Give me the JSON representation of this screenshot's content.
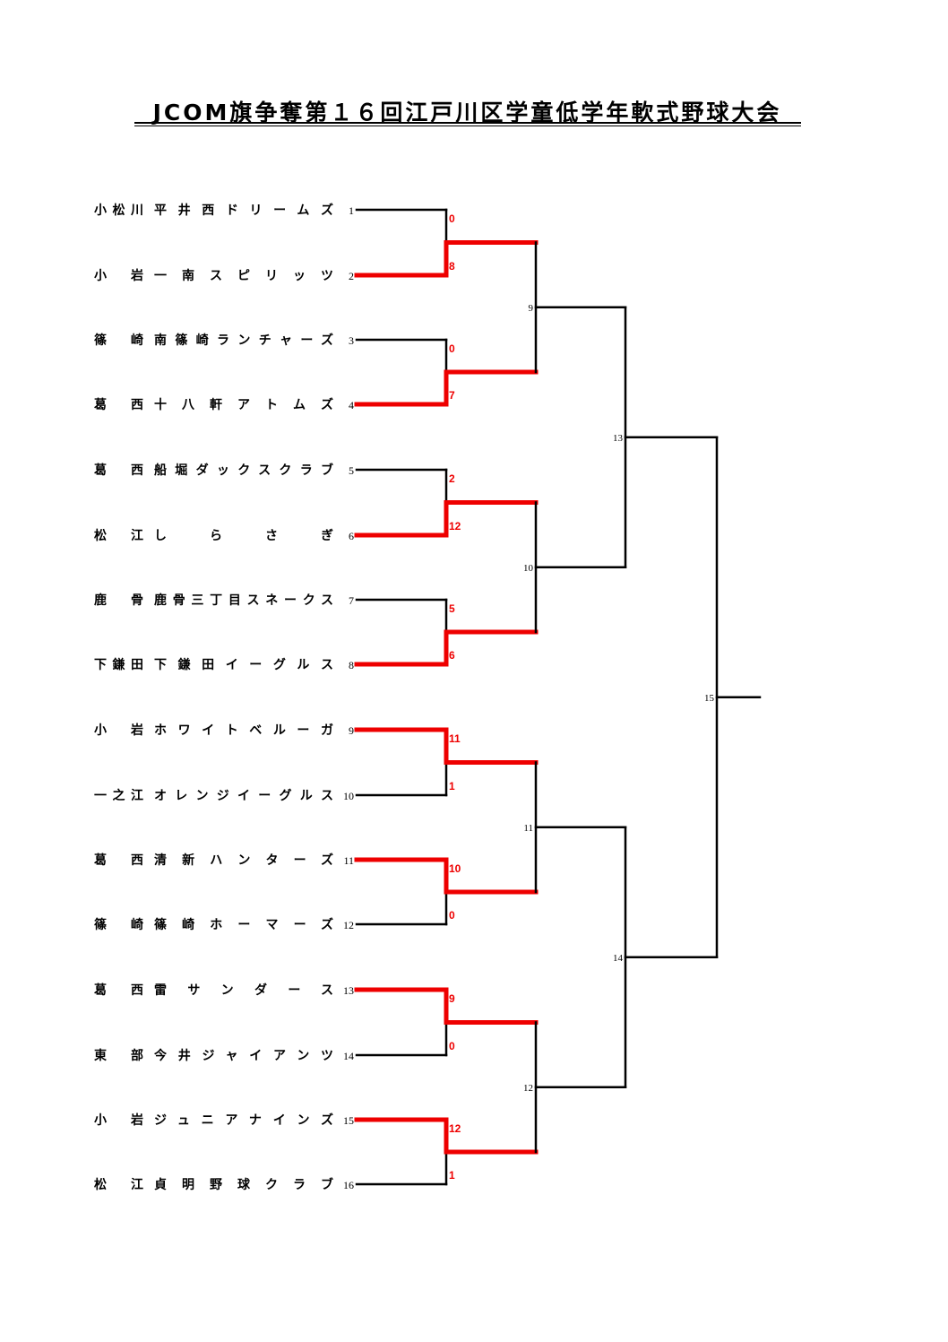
{
  "title": "JCOM旗争奪第１６回江戸川区学童低学年軟式野球大会",
  "colors": {
    "winner": "#ee0000",
    "line": "#000000"
  },
  "teams": [
    {
      "seed": "1",
      "area": "小松川",
      "name": "平井西ドリームズ"
    },
    {
      "seed": "2",
      "area": "小岩",
      "name": "一南スピリッツ"
    },
    {
      "seed": "3",
      "area": "篠崎",
      "name": "南篠崎ランチャーズ"
    },
    {
      "seed": "4",
      "area": "葛西",
      "name": "十八軒アトムズ"
    },
    {
      "seed": "5",
      "area": "葛西",
      "name": "船堀ダックスクラブ"
    },
    {
      "seed": "6",
      "area": "松江",
      "name": "しらさぎ"
    },
    {
      "seed": "7",
      "area": "鹿骨",
      "name": "鹿骨三丁目スネークス"
    },
    {
      "seed": "8",
      "area": "下鎌田",
      "name": "下鎌田イーグルス"
    },
    {
      "seed": "9",
      "area": "小岩",
      "name": "ホワイトベルーガ"
    },
    {
      "seed": "10",
      "area": "一之江",
      "name": "オレンジイーグルス"
    },
    {
      "seed": "11",
      "area": "葛西",
      "name": "清新ハンターズ"
    },
    {
      "seed": "12",
      "area": "篠崎",
      "name": "篠崎ホーマーズ"
    },
    {
      "seed": "13",
      "area": "葛西",
      "name": "雷サンダース"
    },
    {
      "seed": "14",
      "area": "東部",
      "name": "今井ジャイアンツ"
    },
    {
      "seed": "15",
      "area": "小岩",
      "name": "ジュニアナインズ"
    },
    {
      "seed": "16",
      "area": "松江",
      "name": "貞明野球クラブ"
    }
  ],
  "round1": [
    {
      "scores": [
        "0",
        "8"
      ],
      "winner": 1
    },
    {
      "scores": [
        "0",
        "7"
      ],
      "winner": 1
    },
    {
      "scores": [
        "2",
        "12"
      ],
      "winner": 1
    },
    {
      "scores": [
        "5",
        "6"
      ],
      "winner": 1
    },
    {
      "scores": [
        "11",
        "1"
      ],
      "winner": 0
    },
    {
      "scores": [
        "10",
        "0"
      ],
      "winner": 0
    },
    {
      "scores": [
        "9",
        "0"
      ],
      "winner": 0
    },
    {
      "scores": [
        "12",
        "1"
      ],
      "winner": 0
    }
  ],
  "match_numbers": {
    "round2": [
      "9",
      "10",
      "11",
      "12"
    ],
    "round3": [
      "13",
      "14"
    ],
    "final": "15"
  }
}
